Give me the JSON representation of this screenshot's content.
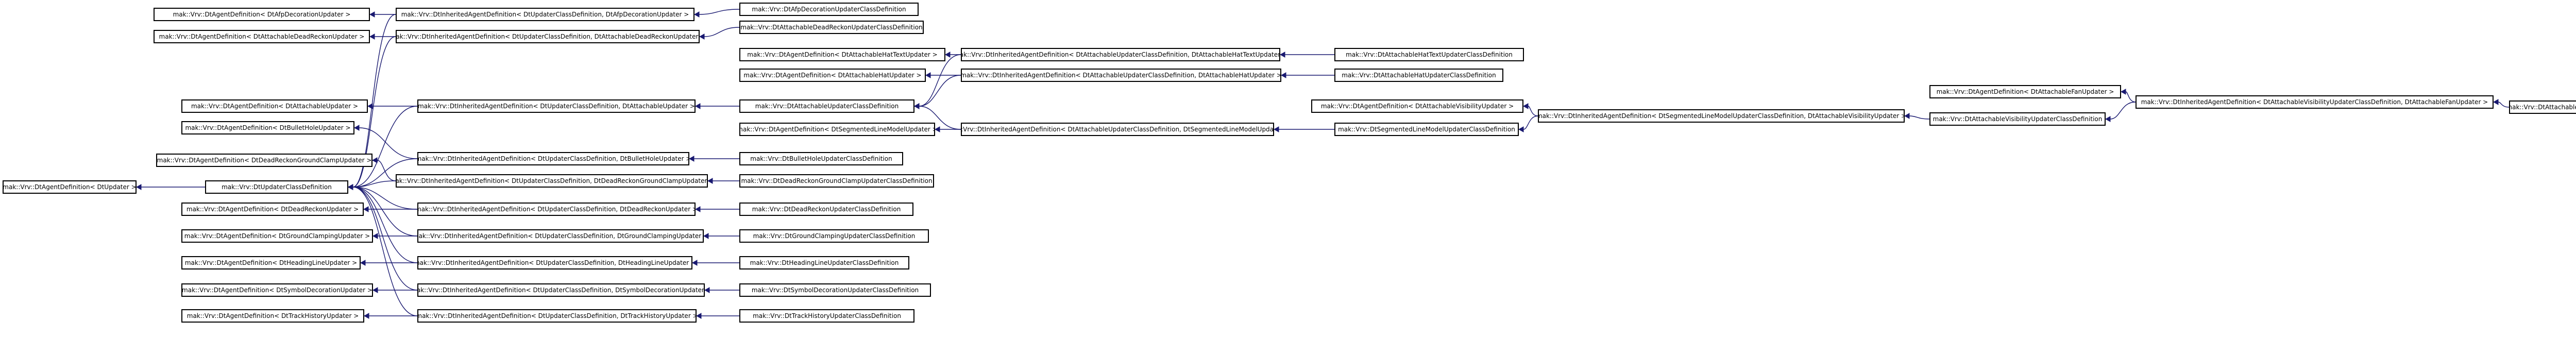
{
  "diagram": {
    "nodes": [
      {
        "id": "afp_if",
        "label": "mak::Vrv::DtAgentDefinition< DtAfpDecorationUpdater >"
      },
      {
        "id": "afp_tpl",
        "label": "mak::Vrv::DtInheritedAgentDefinition< DtUpdaterClassDefinition, DtAfpDecorationUpdater >"
      },
      {
        "id": "afp_def",
        "label": "mak::Vrv::DtAfpDecorationUpdaterClassDefinition"
      },
      {
        "id": "attdr_def",
        "label": "mak::Vrv::DtAttachableDeadReckonUpdaterClassDefinition"
      },
      {
        "id": "attdr_if",
        "label": "mak::Vrv::DtAgentDefinition< DtAttachableDeadReckonUpdater >"
      },
      {
        "id": "attdr_tpl",
        "label": "mak::Vrv::DtInheritedAgentDefinition< DtUpdaterClassDefinition, DtAttachableDeadReckonUpdater >"
      },
      {
        "id": "hattext_if",
        "label": "mak::Vrv::DtAgentDefinition< DtAttachableHatTextUpdater >"
      },
      {
        "id": "hattext_tpl",
        "label": "mak::Vrv::DtInheritedAgentDefinition< DtAttachableUpdaterClassDefinition, DtAttachableHatTextUpdater >"
      },
      {
        "id": "hattext_def",
        "label": "mak::Vrv::DtAttachableHatTextUpdaterClassDefinition"
      },
      {
        "id": "hat_if",
        "label": "mak::Vrv::DtAgentDefinition< DtAttachableHatUpdater >"
      },
      {
        "id": "hat_tpl",
        "label": "mak::Vrv::DtInheritedAgentDefinition< DtAttachableUpdaterClassDefinition, DtAttachableHatUpdater >"
      },
      {
        "id": "hat_def",
        "label": "mak::Vrv::DtAttachableHatUpdaterClassDefinition"
      },
      {
        "id": "att_if",
        "label": "mak::Vrv::DtAgentDefinition< DtAttachableUpdater >"
      },
      {
        "id": "att_tpl",
        "label": "mak::Vrv::DtInheritedAgentDefinition< DtUpdaterClassDefinition, DtAttachableUpdater >"
      },
      {
        "id": "att_def",
        "label": "mak::Vrv::DtAttachableUpdaterClassDefinition"
      },
      {
        "id": "seg_if",
        "label": "mak::Vrv::DtAgentDefinition< DtSegmentedLineModelUpdater >"
      },
      {
        "id": "seg_tpl",
        "label": "mak::Vrv::DtInheritedAgentDefinition< DtAttachableUpdaterClassDefinition, DtSegmentedLineModelUpdater >"
      },
      {
        "id": "seg_def",
        "label": "mak::Vrv::DtSegmentedLineModelUpdaterClassDefinition"
      },
      {
        "id": "attvis_if",
        "label": "mak::Vrv::DtAgentDefinition< DtAttachableVisibilityUpdater >"
      },
      {
        "id": "attvis_tpl",
        "label": "mak::Vrv::DtInheritedAgentDefinition< DtSegmentedLineModelUpdaterClassDefinition, DtAttachableVisibilityUpdater >"
      },
      {
        "id": "attvis_def",
        "label": "mak::Vrv::DtAttachableVisibilityUpdaterClassDefinition"
      },
      {
        "id": "fan_if",
        "label": "mak::Vrv::DtAgentDefinition< DtAttachableFanUpdater >"
      },
      {
        "id": "fan_tpl",
        "label": "mak::Vrv::DtInheritedAgentDefinition< DtAttachableVisibilityUpdaterClassDefinition, DtAttachableFanUpdater >"
      },
      {
        "id": "fan_def",
        "label": "mak::Vrv::DtAttachableFanUpdaterClassDefinition"
      },
      {
        "id": "bullet_if",
        "label": "mak::Vrv::DtAgentDefinition< DtBulletHoleUpdater >"
      },
      {
        "id": "bullet_tpl",
        "label": "mak::Vrv::DtInheritedAgentDefinition< DtUpdaterClassDefinition, DtBulletHoleUpdater >"
      },
      {
        "id": "bullet_def",
        "label": "mak::Vrv::DtBulletHoleUpdaterClassDefinition"
      },
      {
        "id": "drgc_if",
        "label": "mak::Vrv::DtAgentDefinition< DtDeadReckonGroundClampUpdater >"
      },
      {
        "id": "drgc_tpl",
        "label": "mak::Vrv::DtInheritedAgentDefinition< DtUpdaterClassDefinition, DtDeadReckonGroundClampUpdater >"
      },
      {
        "id": "drgc_def",
        "label": "mak::Vrv::DtDeadReckonGroundClampUpdaterClassDefinition"
      },
      {
        "id": "upd_if",
        "label": "mak::Vrv::DtAgentDefinition< DtUpdater >"
      },
      {
        "id": "upd_def",
        "label": "mak::Vrv::DtUpdaterClassDefinition"
      },
      {
        "id": "dr_if",
        "label": "mak::Vrv::DtAgentDefinition< DtDeadReckonUpdater >"
      },
      {
        "id": "dr_tpl",
        "label": "mak::Vrv::DtInheritedAgentDefinition< DtUpdaterClassDefinition, DtDeadReckonUpdater >"
      },
      {
        "id": "dr_def",
        "label": "mak::Vrv::DtDeadReckonUpdaterClassDefinition"
      },
      {
        "id": "gc_if",
        "label": "mak::Vrv::DtAgentDefinition< DtGroundClampingUpdater >"
      },
      {
        "id": "gc_tpl",
        "label": "mak::Vrv::DtInheritedAgentDefinition< DtUpdaterClassDefinition, DtGroundClampingUpdater >"
      },
      {
        "id": "gc_def",
        "label": "mak::Vrv::DtGroundClampingUpdaterClassDefinition"
      },
      {
        "id": "hl_if",
        "label": "mak::Vrv::DtAgentDefinition< DtHeadingLineUpdater >"
      },
      {
        "id": "hl_tpl",
        "label": "mak::Vrv::DtInheritedAgentDefinition< DtUpdaterClassDefinition, DtHeadingLineUpdater >"
      },
      {
        "id": "hl_def",
        "label": "mak::Vrv::DtHeadingLineUpdaterClassDefinition"
      },
      {
        "id": "sym_if",
        "label": "mak::Vrv::DtAgentDefinition< DtSymbolDecorationUpdater >"
      },
      {
        "id": "sym_tpl",
        "label": "mak::Vrv::DtInheritedAgentDefinition< DtUpdaterClassDefinition, DtSymbolDecorationUpdater >"
      },
      {
        "id": "sym_def",
        "label": "mak::Vrv::DtSymbolDecorationUpdaterClassDefinition"
      },
      {
        "id": "th_if",
        "label": "mak::Vrv::DtAgentDefinition< DtTrackHistoryUpdater >"
      },
      {
        "id": "th_tpl",
        "label": "mak::Vrv::DtInheritedAgentDefinition< DtUpdaterClassDefinition, DtTrackHistoryUpdater >"
      },
      {
        "id": "th_def",
        "label": "mak::Vrv::DtTrackHistoryUpdaterClassDefinition"
      }
    ],
    "edges": [
      {
        "from": "afp_def",
        "to": "afp_tpl"
      },
      {
        "from": "afp_tpl",
        "to": "upd_def"
      },
      {
        "from": "attdr_def",
        "to": "attdr_tpl"
      },
      {
        "from": "attdr_tpl",
        "to": "upd_def"
      },
      {
        "from": "hattext_def",
        "to": "hattext_tpl"
      },
      {
        "from": "hattext_tpl",
        "to": "att_def"
      },
      {
        "from": "hat_def",
        "to": "hat_tpl"
      },
      {
        "from": "hat_tpl",
        "to": "att_def"
      },
      {
        "from": "att_def",
        "to": "att_tpl"
      },
      {
        "from": "att_tpl",
        "to": "upd_def"
      },
      {
        "from": "seg_tpl",
        "to": "att_def"
      },
      {
        "from": "seg_def",
        "to": "seg_tpl"
      },
      {
        "from": "attvis_tpl",
        "to": "seg_def"
      },
      {
        "from": "attvis_def",
        "to": "attvis_tpl"
      },
      {
        "from": "fan_tpl",
        "to": "attvis_def"
      },
      {
        "from": "fan_def",
        "to": "fan_tpl"
      },
      {
        "from": "bullet_def",
        "to": "bullet_tpl"
      },
      {
        "from": "bullet_tpl",
        "to": "upd_def"
      },
      {
        "from": "drgc_def",
        "to": "drgc_tpl"
      },
      {
        "from": "drgc_tpl",
        "to": "upd_def"
      },
      {
        "from": "upd_def",
        "to": "upd_if"
      },
      {
        "from": "dr_def",
        "to": "dr_tpl"
      },
      {
        "from": "dr_tpl",
        "to": "upd_def"
      },
      {
        "from": "gc_def",
        "to": "gc_tpl"
      },
      {
        "from": "gc_tpl",
        "to": "upd_def"
      },
      {
        "from": "hl_def",
        "to": "hl_tpl"
      },
      {
        "from": "hl_tpl",
        "to": "upd_def"
      },
      {
        "from": "sym_def",
        "to": "sym_tpl"
      },
      {
        "from": "sym_tpl",
        "to": "upd_def"
      },
      {
        "from": "th_def",
        "to": "th_tpl"
      },
      {
        "from": "th_tpl",
        "to": "upd_def"
      }
    ],
    "interface_edges": [
      {
        "from": "afp_tpl",
        "to": "afp_if"
      },
      {
        "from": "attdr_tpl",
        "to": "attdr_if"
      },
      {
        "from": "hattext_tpl",
        "to": "hattext_if"
      },
      {
        "from": "hat_tpl",
        "to": "hat_if"
      },
      {
        "from": "att_tpl",
        "to": "att_if"
      },
      {
        "from": "seg_tpl",
        "to": "seg_if"
      },
      {
        "from": "attvis_tpl",
        "to": "attvis_if"
      },
      {
        "from": "fan_tpl",
        "to": "fan_if"
      },
      {
        "from": "bullet_tpl",
        "to": "bullet_if"
      },
      {
        "from": "drgc_tpl",
        "to": "drgc_if"
      },
      {
        "from": "dr_tpl",
        "to": "dr_if"
      },
      {
        "from": "gc_tpl",
        "to": "gc_if"
      },
      {
        "from": "hl_tpl",
        "to": "hl_if"
      },
      {
        "from": "sym_tpl",
        "to": "sym_if"
      },
      {
        "from": "th_tpl",
        "to": "th_if"
      }
    ],
    "colors": {
      "edge": "#191970",
      "node_border": "#000000",
      "node_fill": "#ffffff",
      "root_fill": "#bfbfbf"
    }
  }
}
